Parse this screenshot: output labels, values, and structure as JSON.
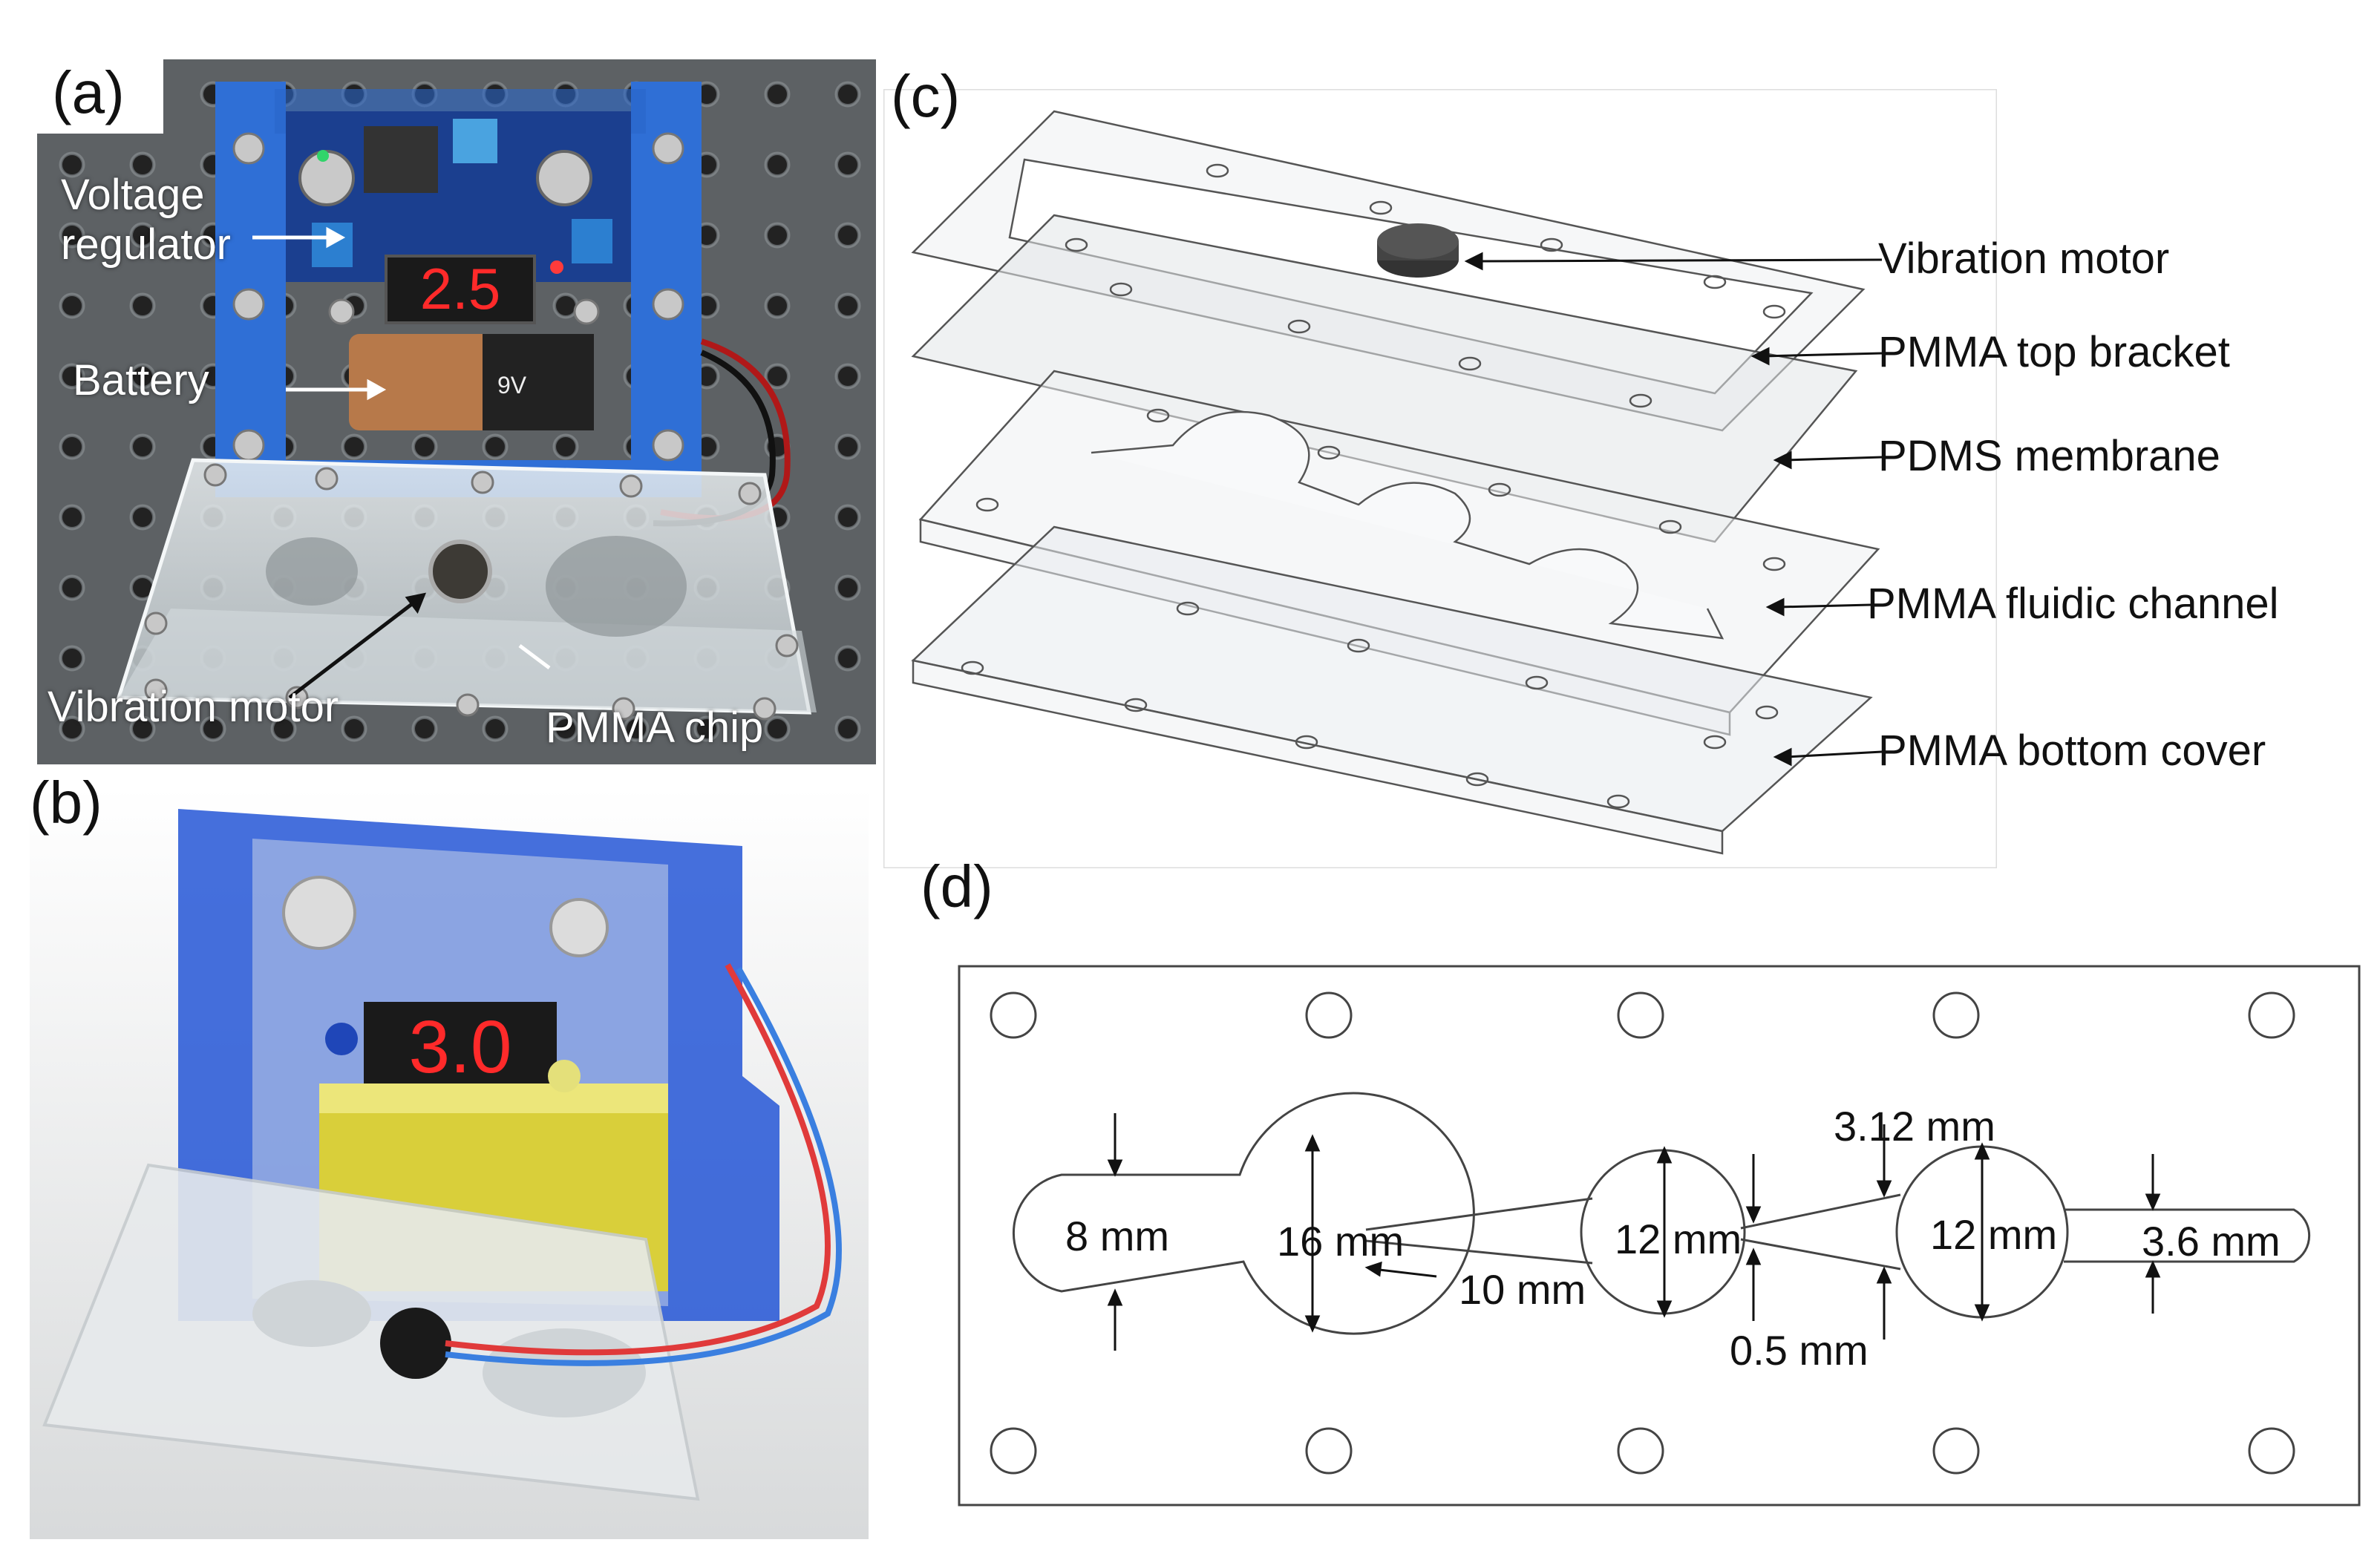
{
  "panels": {
    "a": {
      "label": "(a)",
      "annotations": {
        "voltage_regulator": "Voltage\nregulator",
        "battery": "Battery",
        "vibration_motor": "Vibration motor",
        "pmma_chip": "PMMA chip"
      },
      "display_reading": "2.5",
      "battery_mark": "9V"
    },
    "b": {
      "label": "(b)",
      "display_reading": "3.0"
    },
    "c": {
      "label": "(c)",
      "layers": {
        "vibration_motor": "Vibration motor",
        "top_bracket": "PMMA top bracket",
        "membrane": "PDMS membrane",
        "fluidic_channel": "PMMA fluidic channel",
        "bottom_cover": "PMMA bottom cover"
      }
    },
    "d": {
      "label": "(d)",
      "dimensions": {
        "inlet_width": "8 mm",
        "chamber1_diameter": "16 mm",
        "channel_length": "10 mm",
        "chamber2_diameter": "12 mm",
        "taper_width": "3.12 mm",
        "neck_width": "0.5 mm",
        "chamber3_diameter": "12 mm",
        "outlet_width": "3.6 mm"
      }
    }
  },
  "colors": {
    "bracket_blue": "#2f6fd6",
    "board_blue": "#1b3f8f",
    "display_red": "#ff2a2a",
    "battery_copper": "#b7794a",
    "pmma_clear": "#dfe6ea",
    "bench_gray": "#5b5f62"
  }
}
